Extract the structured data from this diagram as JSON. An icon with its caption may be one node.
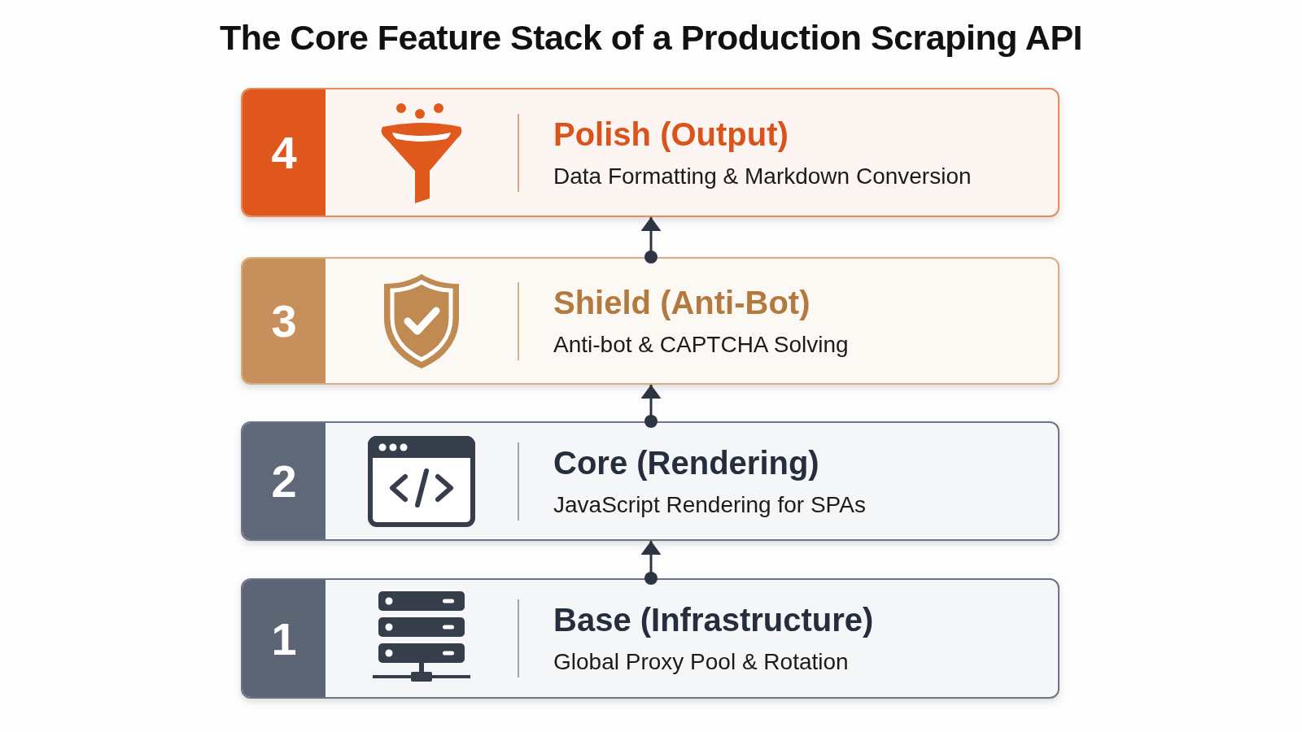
{
  "diagram": {
    "title": "The Core Feature Stack of a Production Scraping API",
    "nodes": [
      {
        "text": [
          "4",
          "Polish (Output)",
          "Data Formatting & Markdown Conversion"
        ]
      },
      {
        "text": [
          "3",
          "Shield (Anti-Bot)",
          "Anti-bot & CAPTCHA Solving"
        ]
      },
      {
        "text": [
          "2",
          "Core (Rendering)",
          "JavaScript Rendering for SPAs"
        ]
      },
      {
        "text": [
          "1",
          "Base (Infrastructure)",
          "Global Proxy Pool & Rotation"
        ]
      }
    ],
    "edges": [
      {
        "from": 1,
        "to": 0,
        "arrow": "to"
      },
      {
        "from": 2,
        "to": 1,
        "arrow": "to"
      },
      {
        "from": 3,
        "to": 2,
        "arrow": "to"
      }
    ]
  }
}
